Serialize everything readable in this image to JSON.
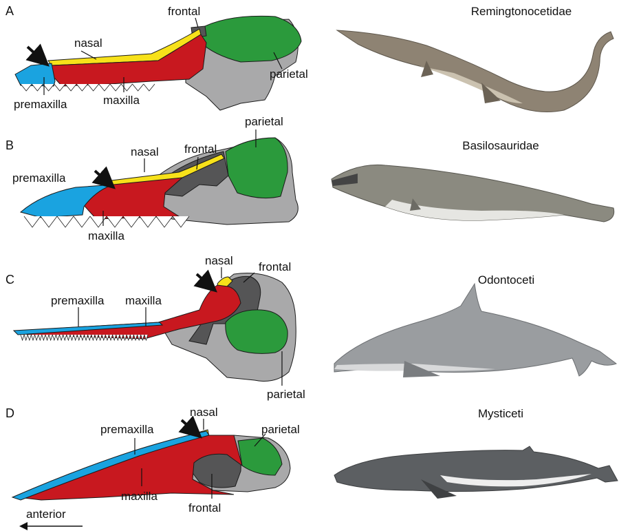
{
  "colors": {
    "premaxilla": "#1aa3e0",
    "maxilla": "#c8181f",
    "nasal": "#f7e11a",
    "frontal": "#555556",
    "parietal": "#2b9a3c",
    "other_bone": "#a9a9aa",
    "outline": "#1a1a1a"
  },
  "panels": [
    {
      "letter": "A",
      "taxon": "Remingtonocetidae",
      "labels": {
        "nasal": "nasal",
        "frontal": "frontal",
        "parietal": "parietal",
        "premaxilla": "premaxilla",
        "maxilla": "maxilla"
      }
    },
    {
      "letter": "B",
      "taxon": "Basilosauridae",
      "labels": {
        "nasal": "nasal",
        "frontal": "frontal",
        "parietal": "parietal",
        "premaxilla": "premaxilla",
        "maxilla": "maxilla"
      }
    },
    {
      "letter": "C",
      "taxon": "Odontoceti",
      "labels": {
        "nasal": "nasal",
        "frontal": "frontal",
        "parietal": "parietal",
        "premaxilla": "premaxilla",
        "maxilla": "maxilla"
      }
    },
    {
      "letter": "D",
      "taxon": "Mysticeti",
      "labels": {
        "nasal": "nasal",
        "frontal": "frontal",
        "parietal": "parietal",
        "premaxilla": "premaxilla",
        "maxilla": "maxilla"
      }
    }
  ],
  "direction_label": "anterior",
  "icons": {
    "pointer": "arrow-pointer-icon",
    "direction": "left-arrow-icon"
  }
}
